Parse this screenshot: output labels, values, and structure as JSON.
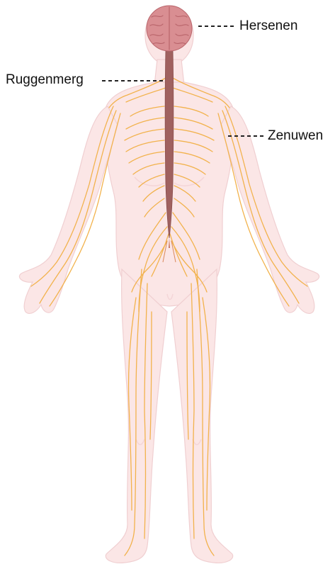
{
  "labels": {
    "brain": "Hersenen",
    "spinal_cord": "Ruggenmerg",
    "nerves": "Zenuwen"
  },
  "colors": {
    "skin": "#fbe6e6",
    "skin_shadow": "#f3d1d3",
    "nerve": "#f2b24c",
    "spinal_cord": "#a0615f",
    "brain": "#d98e92",
    "leader_line": "#222222"
  }
}
